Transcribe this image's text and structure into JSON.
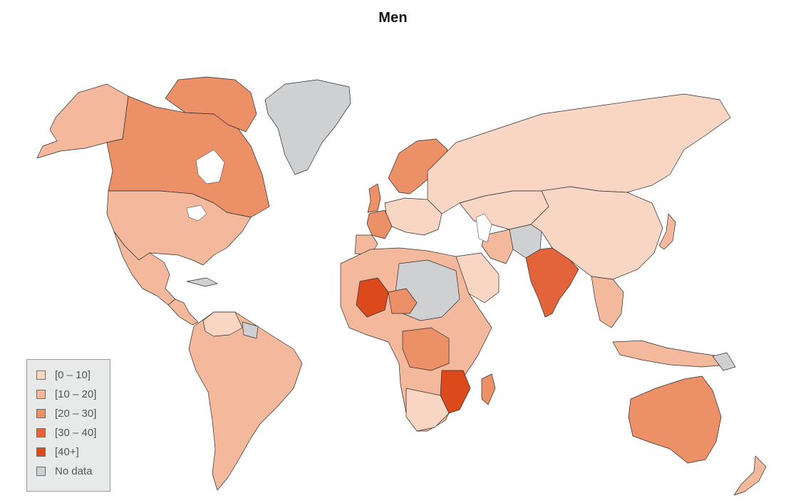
{
  "title": "Men",
  "colors": {
    "c0_10": "#f9d6c4",
    "c10_20": "#f4b99c",
    "c20_30": "#ec9067",
    "c30_40": "#e3643a",
    "c40_plus": "#dc4a1c",
    "no_data": "#cfd0d2",
    "water": "#ffffff",
    "border": "#2b2b2b"
  },
  "legend": {
    "items": [
      {
        "label": "[0 – 10]",
        "color": "#f9d6c4"
      },
      {
        "label": "[10 – 20]",
        "color": "#f4b99c"
      },
      {
        "label": "[20 – 30]",
        "color": "#ec9067"
      },
      {
        "label": "[30 – 40]",
        "color": "#e3643a"
      },
      {
        "label": "[40+]",
        "color": "#dc4a1c"
      },
      {
        "label": "No data",
        "color": "#cfd0d2"
      }
    ]
  }
}
